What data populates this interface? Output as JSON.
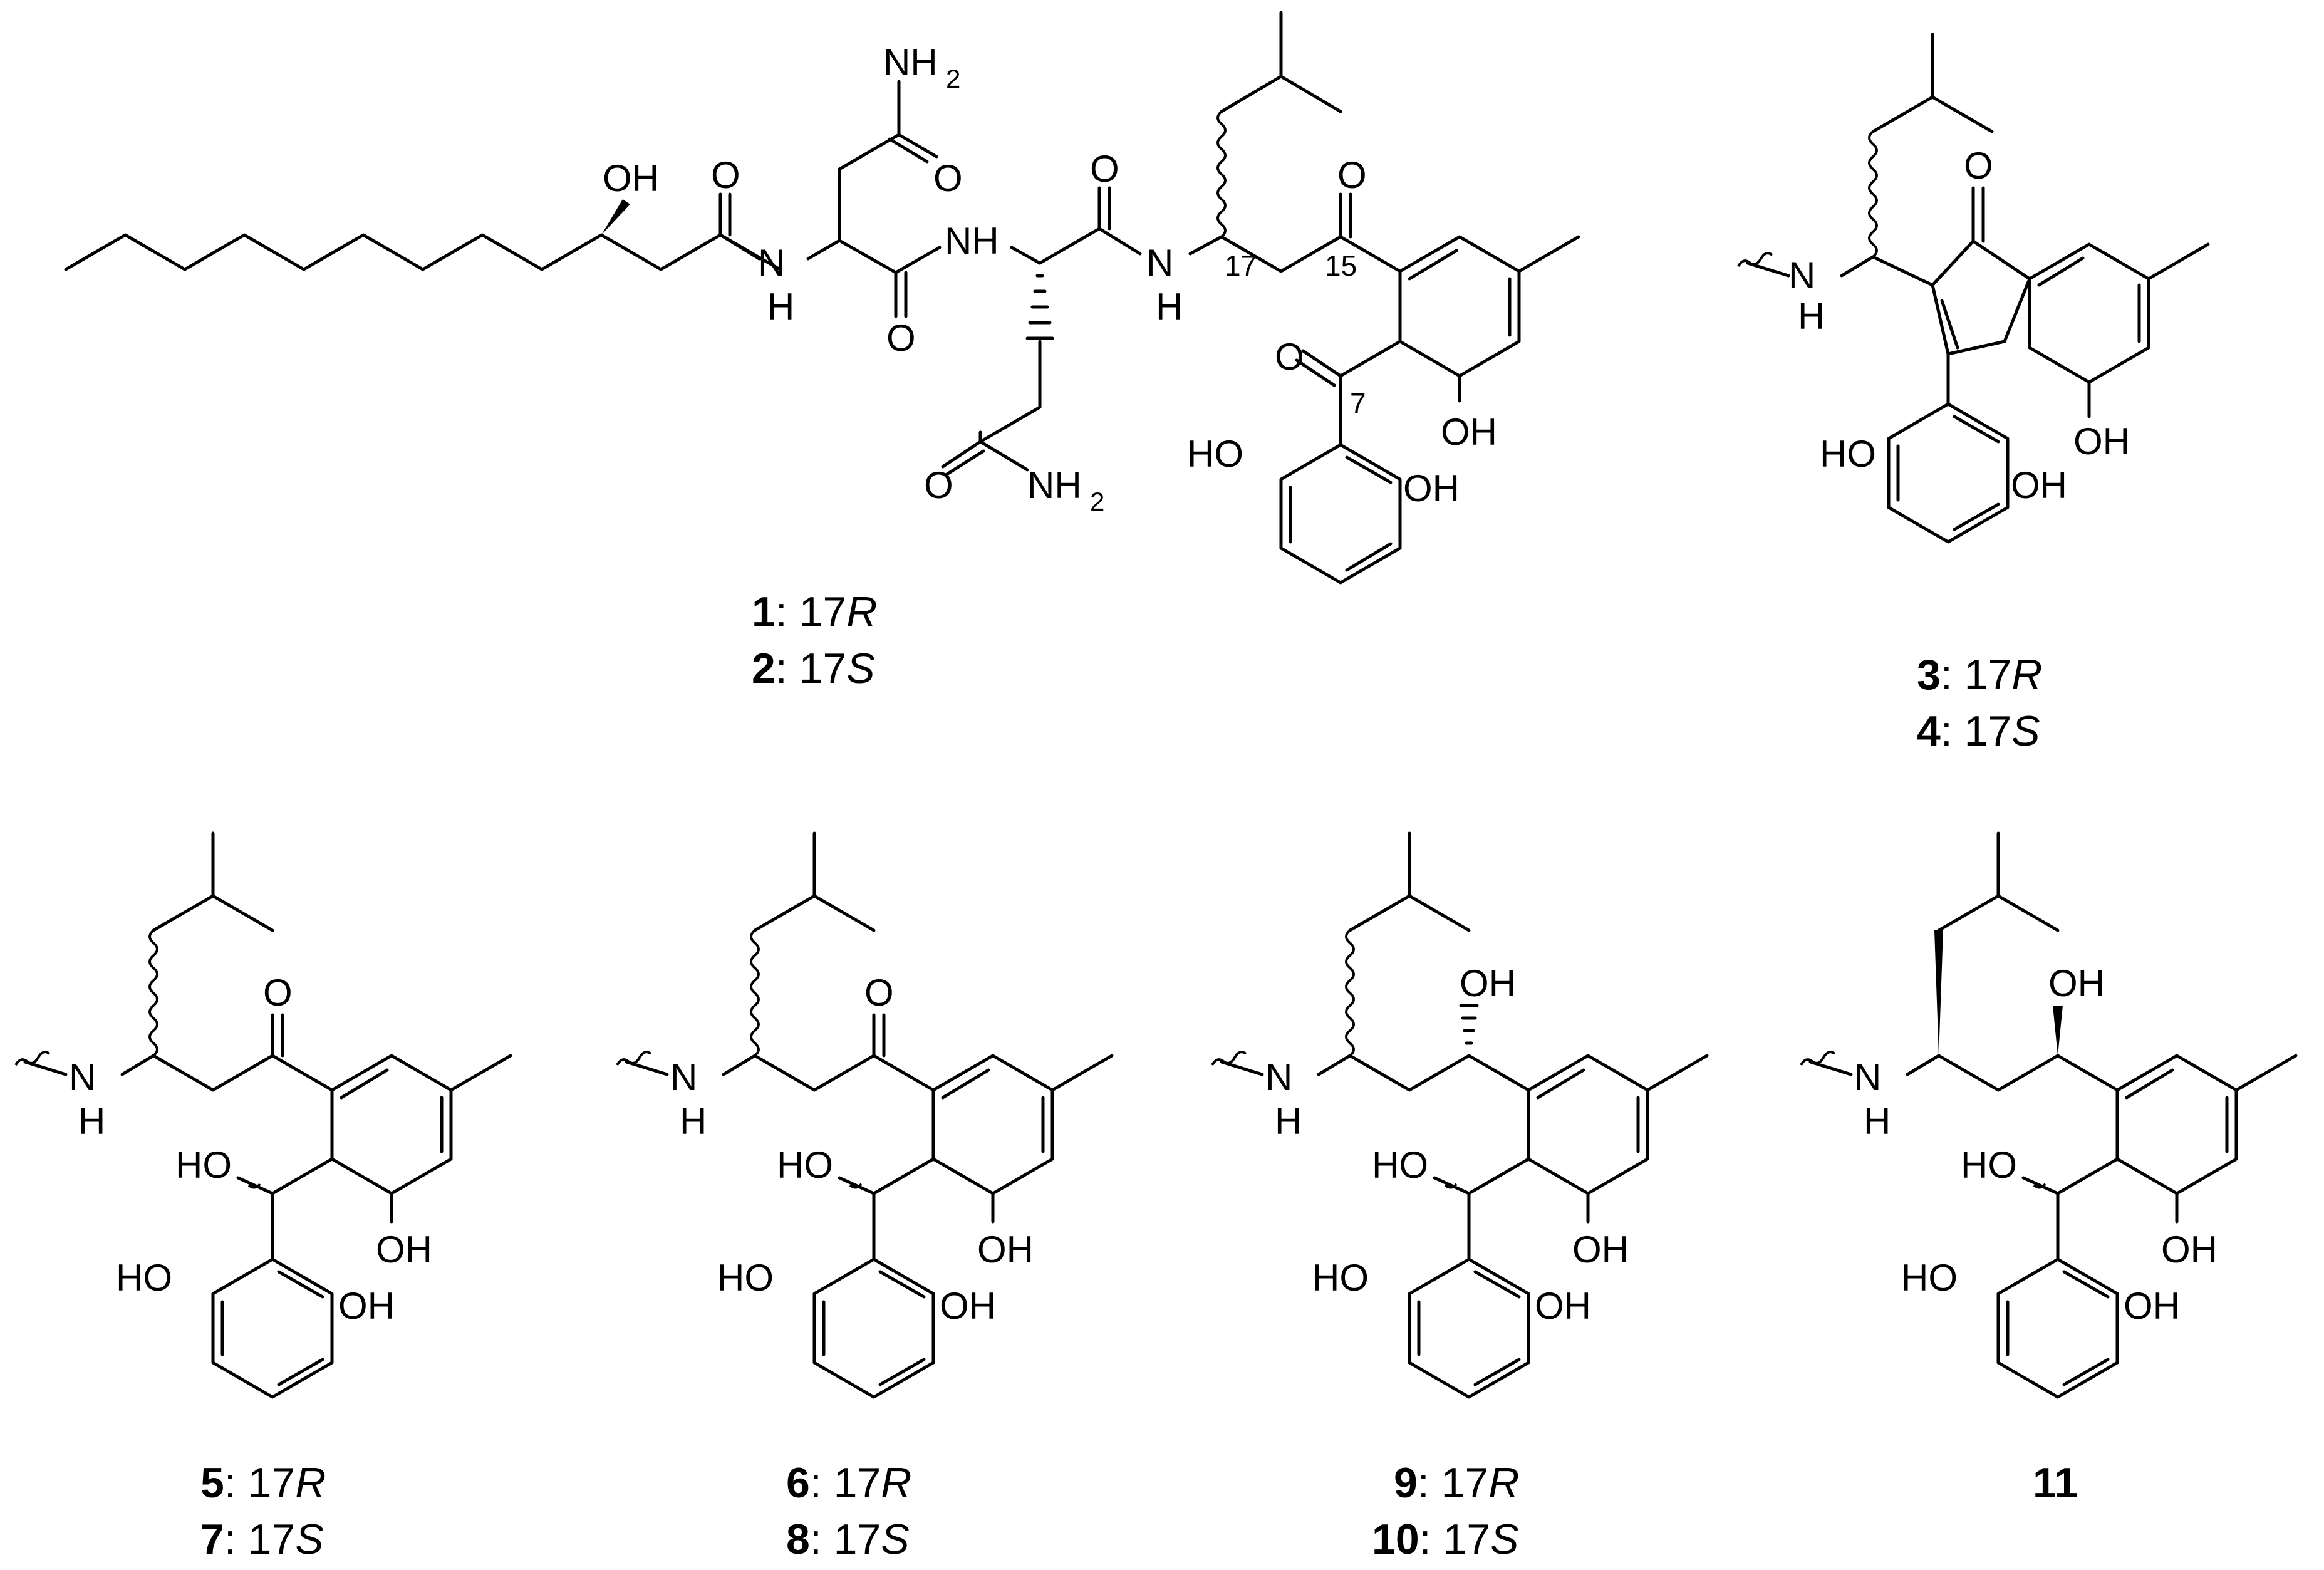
{
  "atom_labels": {
    "OH": "OH",
    "HO": "HO",
    "O": "O",
    "NH": "NH",
    "N": "N",
    "H": "H",
    "NH2_main": "NH",
    "NH2_sub": "2"
  },
  "locants": {
    "c7": "7",
    "c15": "15",
    "c17": "17"
  },
  "compounds": [
    {
      "id": "1",
      "config": "17",
      "stereo": "R"
    },
    {
      "id": "2",
      "config": "17",
      "stereo": "S"
    },
    {
      "id": "3",
      "config": "17",
      "stereo": "R"
    },
    {
      "id": "4",
      "config": "17",
      "stereo": "S"
    },
    {
      "id": "5",
      "config": "17",
      "stereo": "R"
    },
    {
      "id": "7",
      "config": "17",
      "stereo": "S"
    },
    {
      "id": "6",
      "config": "17",
      "stereo": "R"
    },
    {
      "id": "8",
      "config": "17",
      "stereo": "S"
    },
    {
      "id": "9",
      "config": "17",
      "stereo": "R"
    },
    {
      "id": "10",
      "config": "17",
      "stereo": "S"
    },
    {
      "id": "11",
      "config": "",
      "stereo": ""
    }
  ],
  "label_separator": ": ",
  "colors": {
    "ink": "#000000",
    "background": "#ffffff"
  }
}
